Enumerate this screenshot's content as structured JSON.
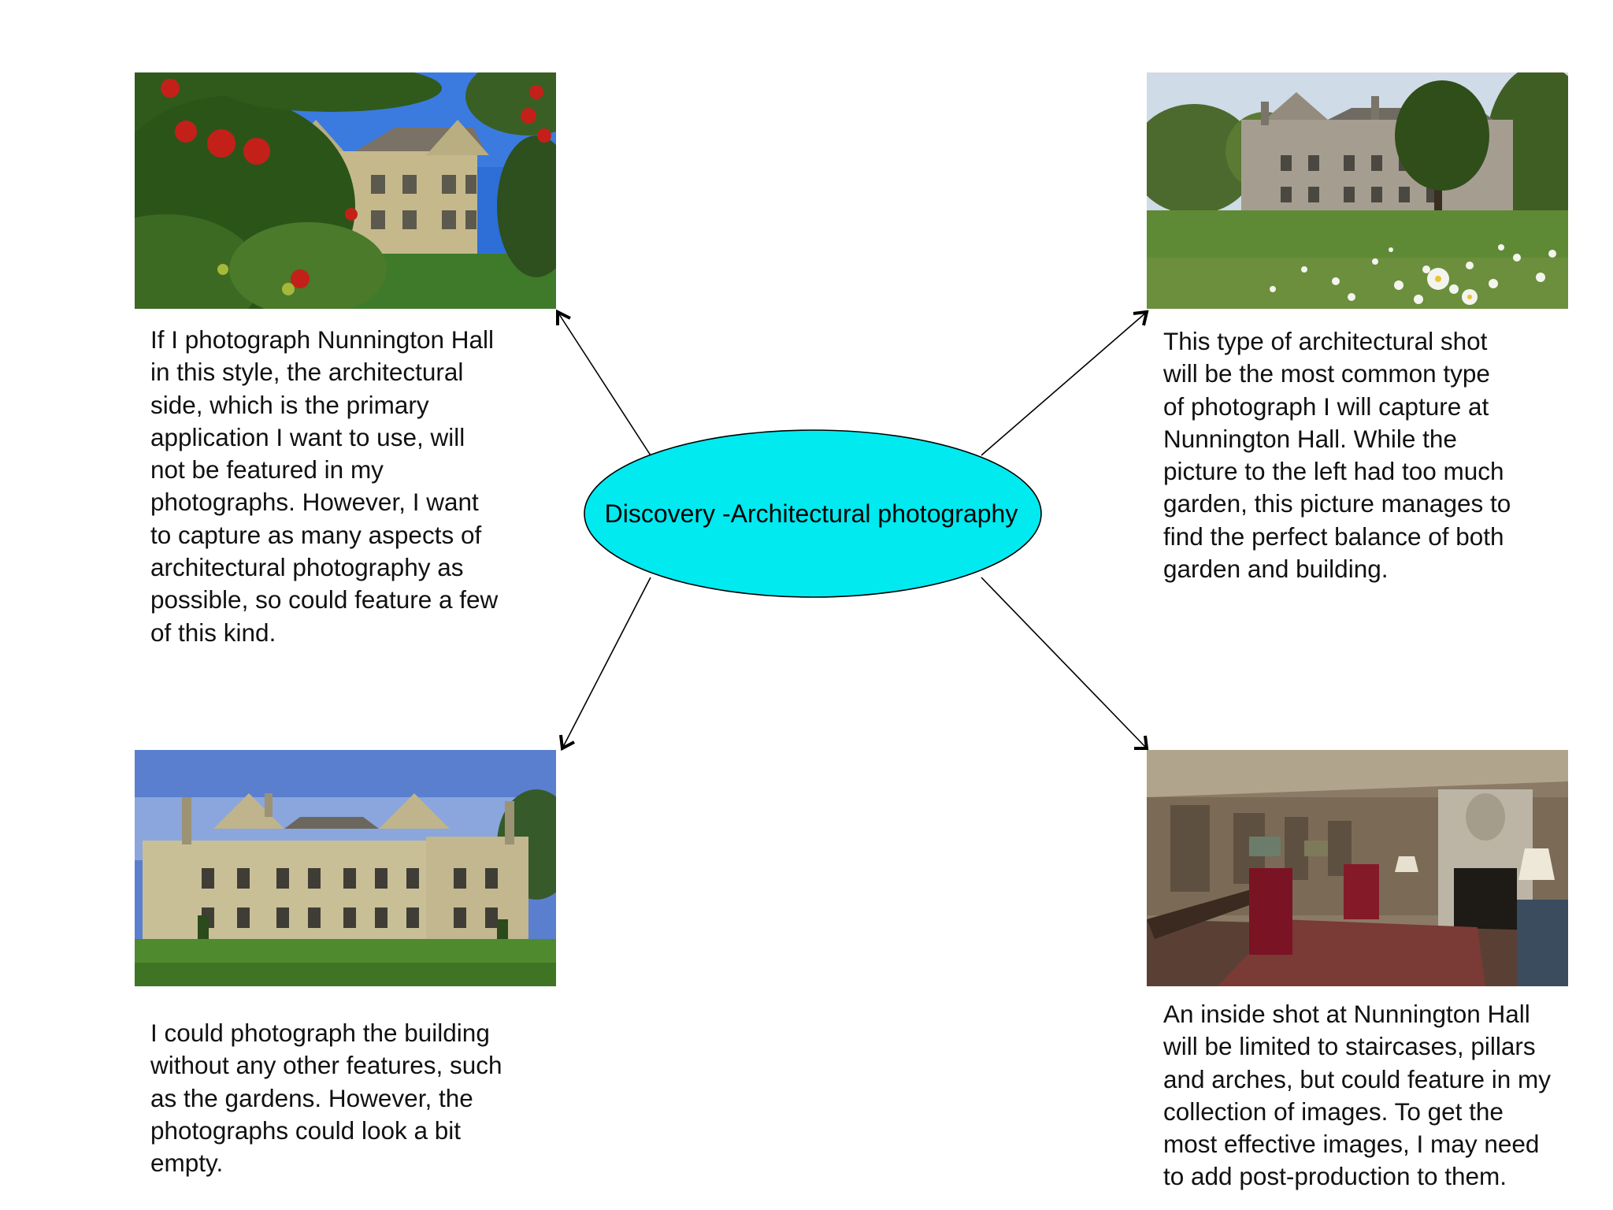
{
  "center": {
    "label": "Discovery -Architectural photography",
    "fill": "#00eaf0"
  },
  "nodes": [
    {
      "id": "top-left",
      "photo_name": "orchard-hall-photo",
      "caption_lines": [
        "If I photograph Nunnington Hall",
        "in this style, the architectural",
        "side, which is the primary",
        "application I want to use, will",
        "not be featured in my",
        "photographs. However, I want",
        "to capture as many aspects of",
        "architectural photography as",
        "possible, so could feature a few",
        "of this kind."
      ]
    },
    {
      "id": "top-right",
      "photo_name": "meadow-hall-photo",
      "caption_lines": [
        "This type of architectural shot",
        "will be the most common type",
        "of photograph I will capture at",
        "Nunnington Hall. While the",
        "picture to the left had too much",
        "garden, this picture manages to",
        "find the perfect balance of both",
        "garden and building."
      ]
    },
    {
      "id": "bottom-left",
      "photo_name": "hall-facade-photo",
      "caption_lines": [
        "I could photograph the building",
        "without any other features, such",
        "as the gardens. However, the",
        "photographs could look a bit",
        "empty."
      ]
    },
    {
      "id": "bottom-right",
      "photo_name": "interior-hall-photo",
      "caption_lines": [
        "An inside shot at Nunnington Hall",
        "will be limited to staircases, pillars",
        "and arches, but could feature in my",
        "collection of images. To get the",
        "most effective images, I may need",
        "to add post-production to them."
      ]
    }
  ]
}
